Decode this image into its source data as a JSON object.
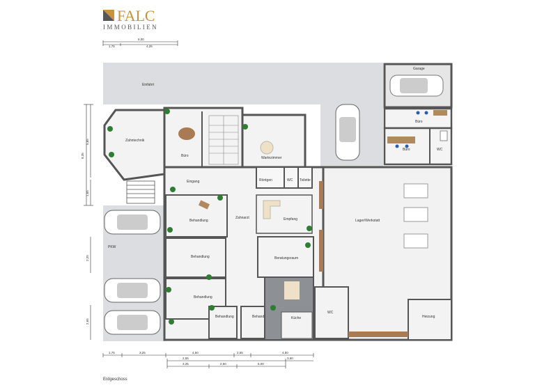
{
  "brand": {
    "name": "FALC",
    "subtitle": "IMMOBILIEN",
    "colors": {
      "gold": "#c8913a",
      "dark": "#333333"
    }
  },
  "floor_caption": "Erdgeschoss",
  "rooms": {
    "einfahrt": "Einfahrt",
    "garage": "Garage",
    "buero_top": "Büro",
    "buero_right": "Büro",
    "wc_right": "WC",
    "zahntechnik": "Zahntechnik",
    "buero_left": "Büro",
    "wartezimmer": "Wartezimmer",
    "eingang": "Eingang",
    "rontgen": "Röntgen",
    "wc_mid": "WC",
    "toilette": "Toilette",
    "zahnarzt": "Zahnarzt",
    "empfang": "Empfang",
    "behandlung1": "Behandlung",
    "behandlung2": "Behandlung",
    "behandlung3": "Behandlung",
    "behandlung4": "Behandlung",
    "behandlung5": "Behandlung",
    "beratungsraum": "Beratungsraum",
    "kuche": "Küche",
    "wc_lower": "WC",
    "lager": "Lager/Werkstatt",
    "heizung": "Heizung",
    "pkw": "PKW"
  },
  "dimensions": {
    "top_total": "6,00",
    "top_a": "1,75",
    "top_b": "4,25",
    "left_a": "5,65",
    "left_total": "8,35",
    "left_b": "1,65",
    "left_c": "2,25",
    "left_d": "2,65",
    "bot_a": "1,75",
    "bot_b": "3,25",
    "bot_c": "4,50",
    "bot_d": "2,55",
    "bot_e": "4,50",
    "bot_f": "2,55",
    "bot_g": "3,60",
    "bot_h": "3,25",
    "bot_i": "2,50",
    "bot_j": "5,00"
  }
}
